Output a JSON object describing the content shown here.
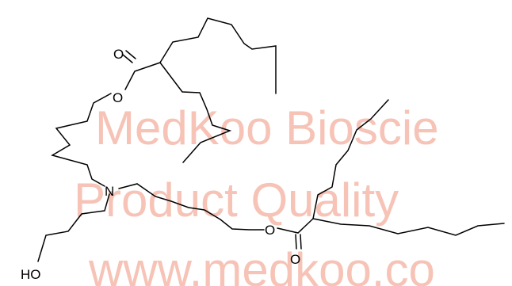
{
  "watermark": {
    "line1": "MedKoo Bioscie",
    "line2": "Product Quality",
    "line3": "www.medkoo.co",
    "color": "#f6c3b6"
  },
  "atoms": {
    "carbonyl_o_top": "O",
    "ester_o_top": "O",
    "nitrogen": "N",
    "ester_o_bottom": "O",
    "carbonyl_o_bottom": "O",
    "hydroxyl": "HO"
  }
}
